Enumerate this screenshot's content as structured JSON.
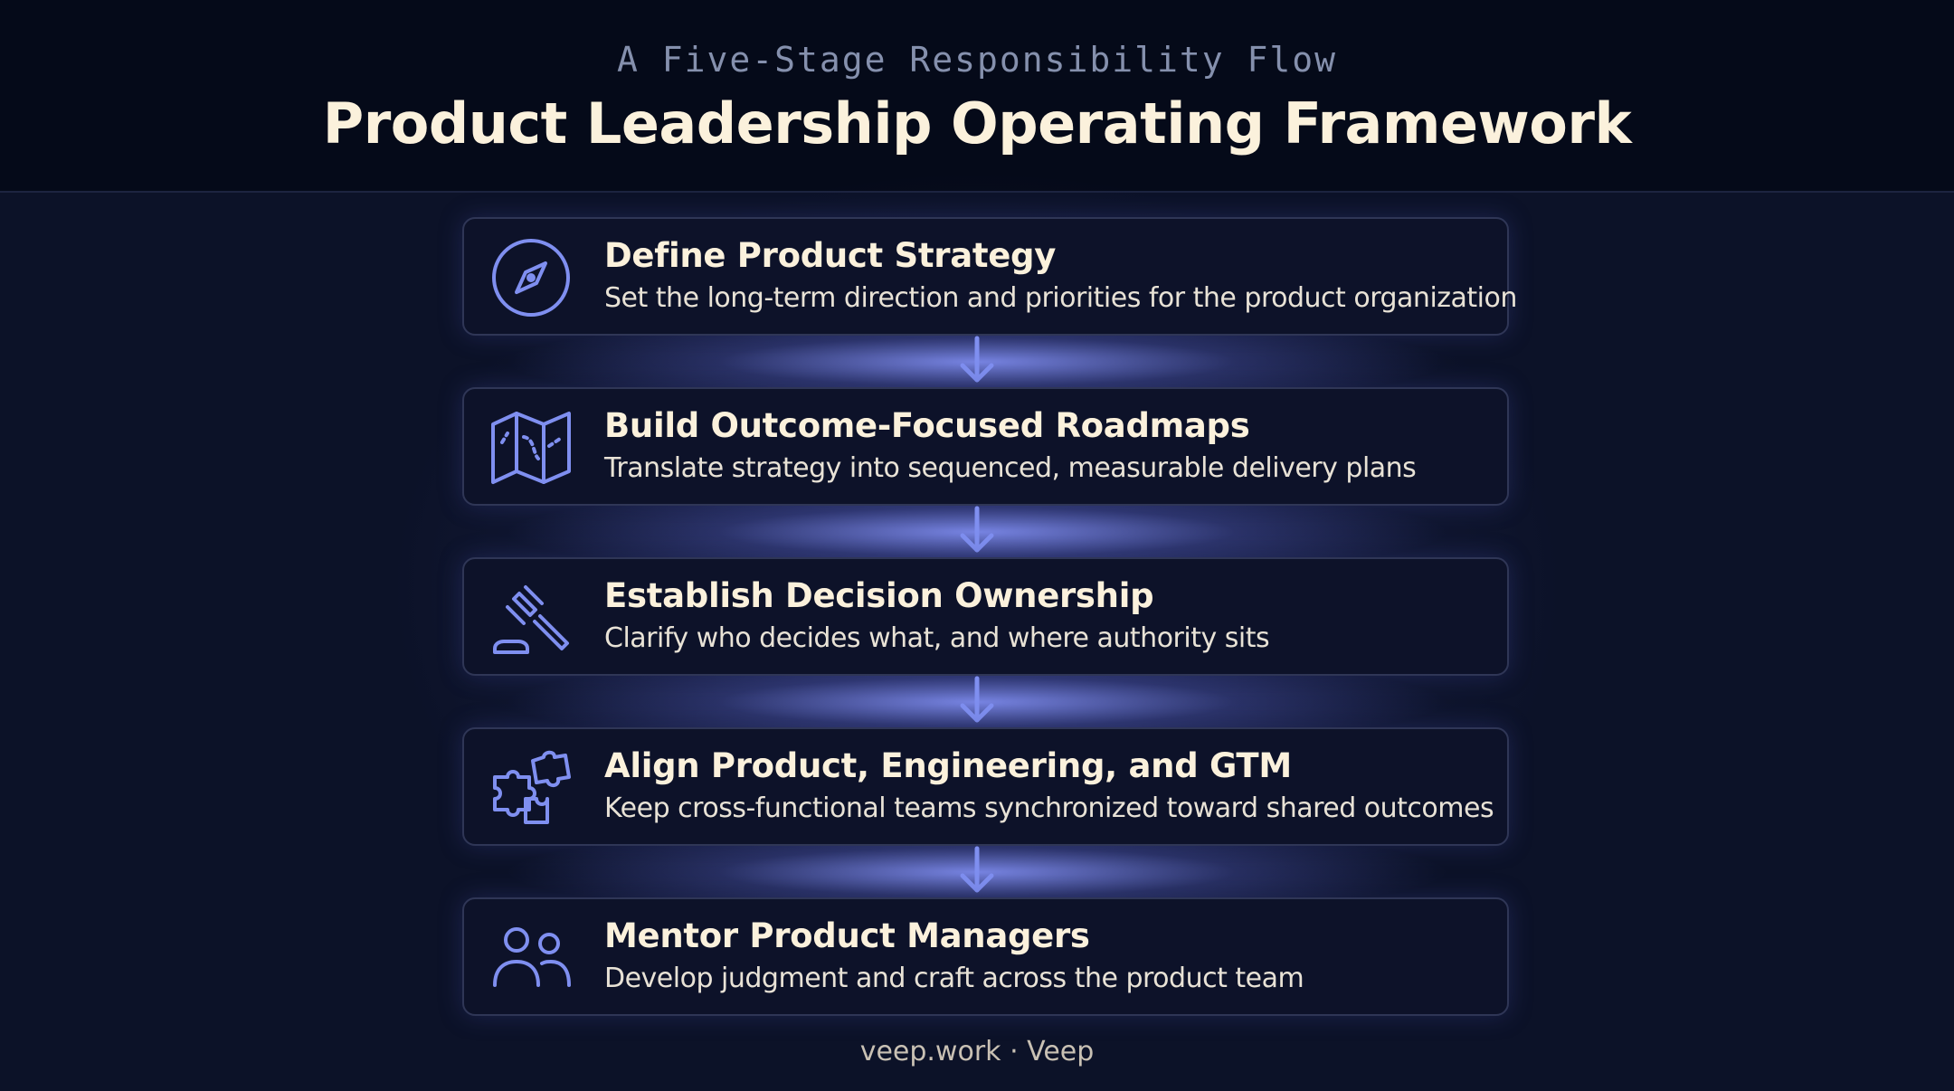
{
  "header": {
    "subtitle": "A Five-Stage Responsibility Flow",
    "title": "Product Leadership Operating Framework"
  },
  "stages": [
    {
      "icon": "compass-icon",
      "title": "Define Product Strategy",
      "description": "Set the long-term direction and priorities for the product organization"
    },
    {
      "icon": "map-icon",
      "title": "Build Outcome-Focused Roadmaps",
      "description": "Translate strategy into sequenced, measurable delivery plans"
    },
    {
      "icon": "gavel-icon",
      "title": "Establish Decision Ownership",
      "description": "Clarify who decides what, and where authority sits"
    },
    {
      "icon": "puzzle-icon",
      "title": "Align Product, Engineering, and GTM",
      "description": "Keep cross-functional teams synchronized toward shared outcomes"
    },
    {
      "icon": "users-icon",
      "title": "Mentor Product Managers",
      "description": "Develop judgment and craft across the product team"
    }
  ],
  "footer": {
    "text": "veep.work · Veep"
  },
  "colors": {
    "background": "#0c1228",
    "header_background": "#050a19",
    "accent": "#7f8ff0",
    "title": "#fbf1dc",
    "subtitle": "#8590ad",
    "card_border": "#2f3656"
  }
}
